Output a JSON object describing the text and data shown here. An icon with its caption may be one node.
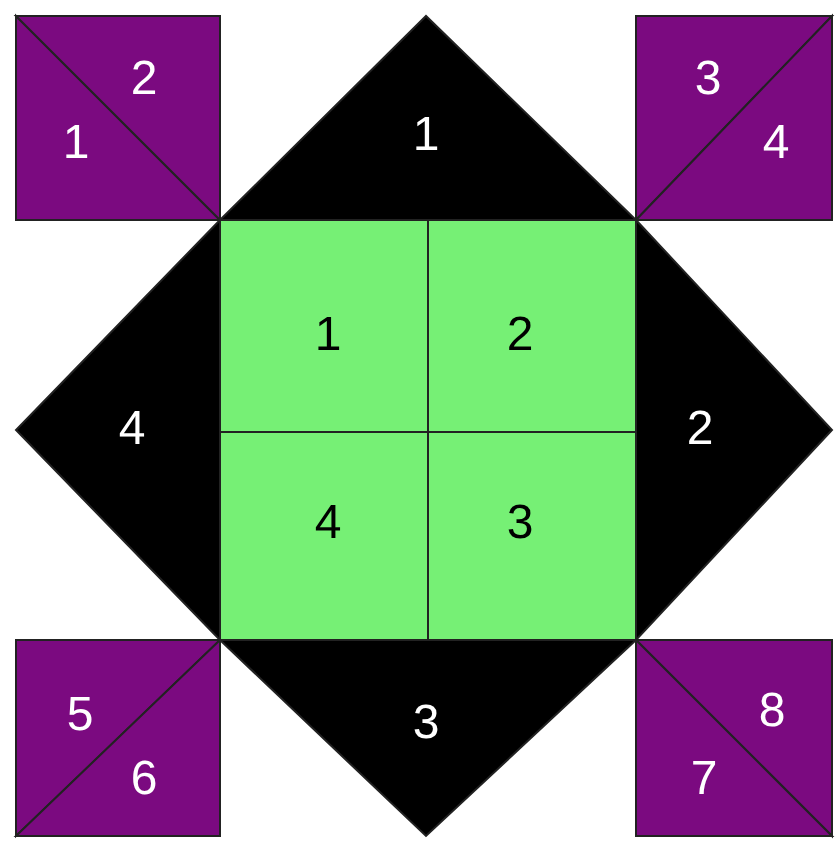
{
  "diagram": {
    "nodes": [
      {
        "text": [
          "1"
        ]
      },
      {
        "text": [
          "2"
        ]
      },
      {
        "text": [
          "1"
        ]
      },
      {
        "text": [
          "3"
        ]
      },
      {
        "text": [
          "4"
        ]
      },
      {
        "text": [
          "4"
        ]
      },
      {
        "text": [
          "1"
        ]
      },
      {
        "text": [
          "2"
        ]
      },
      {
        "text": [
          "2"
        ]
      },
      {
        "text": [
          "4"
        ]
      },
      {
        "text": [
          "3"
        ]
      },
      {
        "text": [
          "5"
        ]
      },
      {
        "text": [
          "6"
        ]
      },
      {
        "text": [
          "3"
        ]
      },
      {
        "text": [
          "8"
        ]
      },
      {
        "text": [
          "7"
        ]
      }
    ]
  }
}
